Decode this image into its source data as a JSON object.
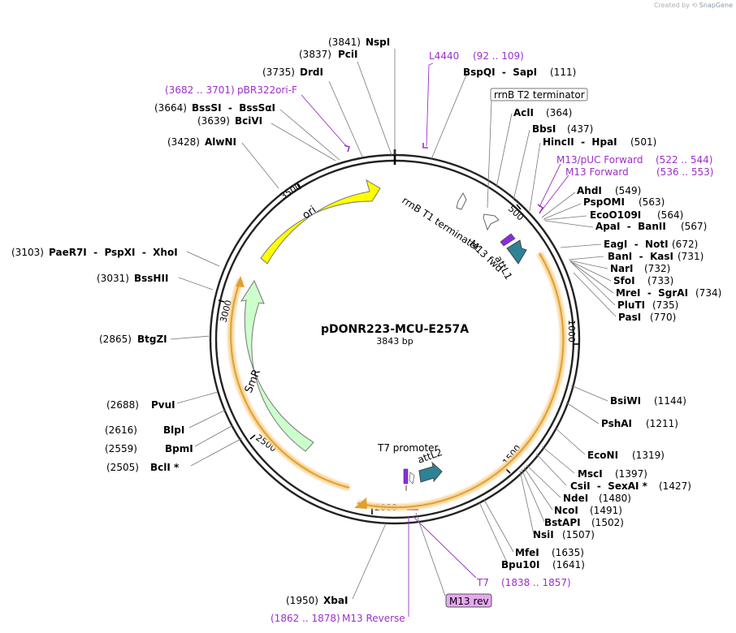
{
  "credit": {
    "prefix": "Created by",
    "brand": "SnapGene"
  },
  "plasmid": {
    "name": "pDONR223-MCU-E257A",
    "size_label": "3843 bp",
    "length": 3843
  },
  "ticks": [
    "500",
    "1000",
    "1500",
    "2000",
    "2500",
    "3000",
    "3500"
  ],
  "enzymes": [
    {
      "name": "NspI",
      "pos": "(3841)"
    },
    {
      "name": "PciI",
      "pos": "(3837)"
    },
    {
      "name": "DrdI",
      "pos": "(3735)"
    },
    {
      "name": "BssSI  -  BssSαI",
      "pos": "(3664)"
    },
    {
      "name": "BciVI",
      "pos": "(3639)"
    },
    {
      "name": "AlwNI",
      "pos": "(3428)"
    },
    {
      "name": "PaeR7I  -  PspXI  -  XhoI",
      "pos": "(3103)"
    },
    {
      "name": "BssHII",
      "pos": "(3031)"
    },
    {
      "name": "BtgZI",
      "pos": "(2865)"
    },
    {
      "name": "PvuI",
      "pos": "(2688)"
    },
    {
      "name": "BlpI",
      "pos": "(2616)"
    },
    {
      "name": "BpmI",
      "pos": "(2559)"
    },
    {
      "name": "BclI *",
      "pos": "(2505)"
    },
    {
      "name": "XbaI",
      "pos": "(1950)"
    },
    {
      "name": "BspQI  -  SapI",
      "pos": "(111)"
    },
    {
      "name": "AclI",
      "pos": "(364)"
    },
    {
      "name": "BbsI",
      "pos": "(437)"
    },
    {
      "name": "HincII  -  HpaI",
      "pos": "(501)"
    },
    {
      "name": "AhdI",
      "pos": "(549)"
    },
    {
      "name": "PspOMI",
      "pos": "(563)"
    },
    {
      "name": "EcoO109I",
      "pos": "(564)"
    },
    {
      "name": "ApaI  -  BanII",
      "pos": "(567)"
    },
    {
      "name": "EagI  -  NotI",
      "pos": "(672)"
    },
    {
      "name": "BanI  -  KasI",
      "pos": "(731)"
    },
    {
      "name": "NarI",
      "pos": "(732)"
    },
    {
      "name": "SfoI",
      "pos": "(733)"
    },
    {
      "name": "MreI  -  SgrAI",
      "pos": "(734)"
    },
    {
      "name": "PluTI",
      "pos": "(735)"
    },
    {
      "name": "PasI",
      "pos": "(770)"
    },
    {
      "name": "BsiWI",
      "pos": "(1144)"
    },
    {
      "name": "PshAI",
      "pos": "(1211)"
    },
    {
      "name": "EcoNI",
      "pos": "(1319)"
    },
    {
      "name": "MscI",
      "pos": "(1397)"
    },
    {
      "name": "CsiI  -  SexAI *",
      "pos": "(1427)"
    },
    {
      "name": "NdeI",
      "pos": "(1480)"
    },
    {
      "name": "NcoI",
      "pos": "(1491)"
    },
    {
      "name": "BstAPI",
      "pos": "(1502)"
    },
    {
      "name": "NsiI",
      "pos": "(1507)"
    },
    {
      "name": "MfeI",
      "pos": "(1635)"
    },
    {
      "name": "Bpu10I",
      "pos": "(1641)"
    }
  ],
  "primers": [
    {
      "name": "L4440",
      "range": "(92 .. 109)"
    },
    {
      "name": "pBR322ori-F",
      "range": "(3682 .. 3701)"
    },
    {
      "name": "M13/pUC Forward",
      "range": "(522 .. 544)"
    },
    {
      "name": "M13 Forward",
      "range": "(536 .. 553)"
    },
    {
      "name": "T7",
      "range": "(1838 .. 1857)"
    },
    {
      "name": "M13 Reverse",
      "range": "(1862 .. 1878)"
    }
  ],
  "features": {
    "rrnb_t2_box": "rrnB T2 terminator",
    "m13_rev_box": "M13 rev",
    "rrnb_t1": "rrnB T1 terminator",
    "m13_fwd": "M13 fwd",
    "attl1": "attL1",
    "attl2": "attL2",
    "t7_promoter": "T7 promoter",
    "ori": "ori",
    "smr": "SmR"
  },
  "colors": {
    "ori": "#ffff00",
    "smr": "#ccffcc",
    "attl": "#2e8296",
    "m13": "#8a2be2",
    "orf": "#f0a000",
    "primer": "#9b30c8"
  }
}
